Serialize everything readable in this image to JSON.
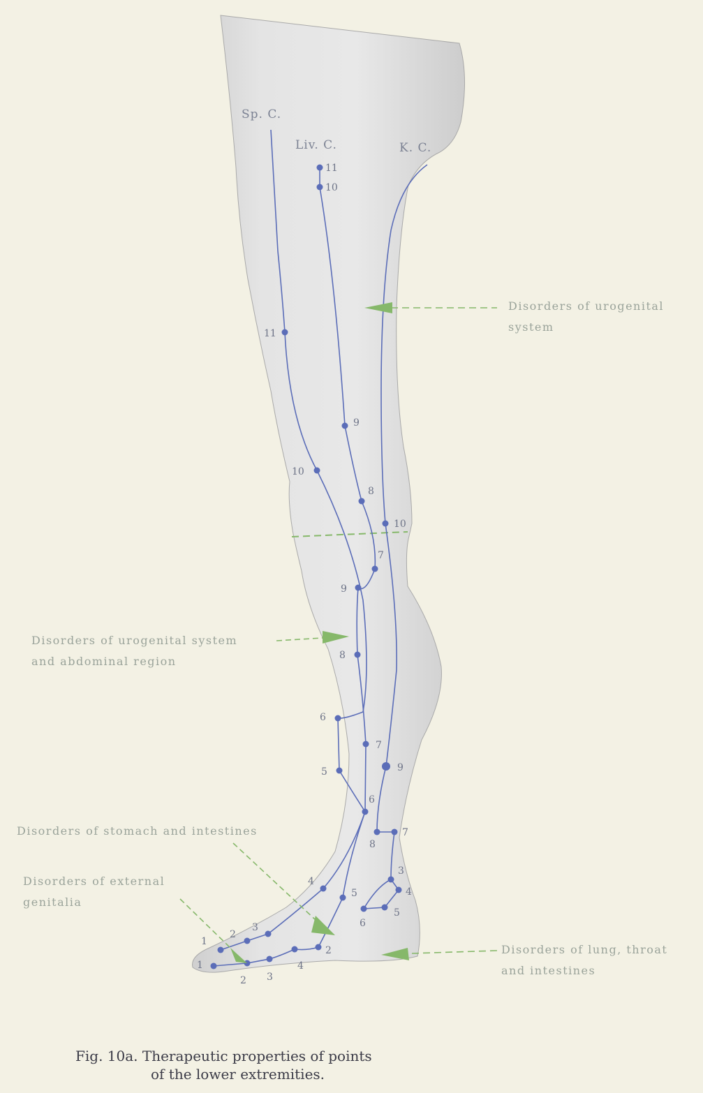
{
  "meridians": {
    "spleen": "Sp. C.",
    "liver": "Liv. C.",
    "kidney": "K. C."
  },
  "annotations": {
    "urogenital": [
      "Disorders of urogenital",
      "system"
    ],
    "urogenital_abdominal": [
      "Disorders of urogenital system",
      "and abdominal region"
    ],
    "stomach_intestines": "Disorders of stomach and intestines",
    "external_genitalia": [
      "Disorders of external",
      "genitalia"
    ],
    "lung_throat": [
      "Disorders of lung, throat",
      "and intestines"
    ]
  },
  "points": {
    "liv11": "11",
    "liv10": "10",
    "liv9": "9",
    "liv8": "8",
    "liv7": "7",
    "liv6": "6",
    "liv5": "5",
    "liv4": "4",
    "liv3": "3",
    "liv2": "2",
    "liv1": "1",
    "sp11": "11",
    "sp10": "10",
    "sp9": "9",
    "sp8": "8",
    "sp7": "7",
    "sp6": "6",
    "sp5": "5",
    "sp4": "4",
    "sp3": "3",
    "sp2": "2",
    "sp1": "1",
    "k10": "10",
    "k9": "9",
    "k8": "8",
    "k7": "7",
    "k6": "6",
    "k5": "5",
    "k4": "4",
    "k3": "3",
    "k2": "2"
  },
  "caption": {
    "line1": "Fig. 10a.  Therapeutic properties of points",
    "line2": "of the lower extremities."
  },
  "colors": {
    "background": "#f3f1e4",
    "leg": "#dcdcdc",
    "meridian": "#5b6db8",
    "arrow": "#86b86a"
  }
}
